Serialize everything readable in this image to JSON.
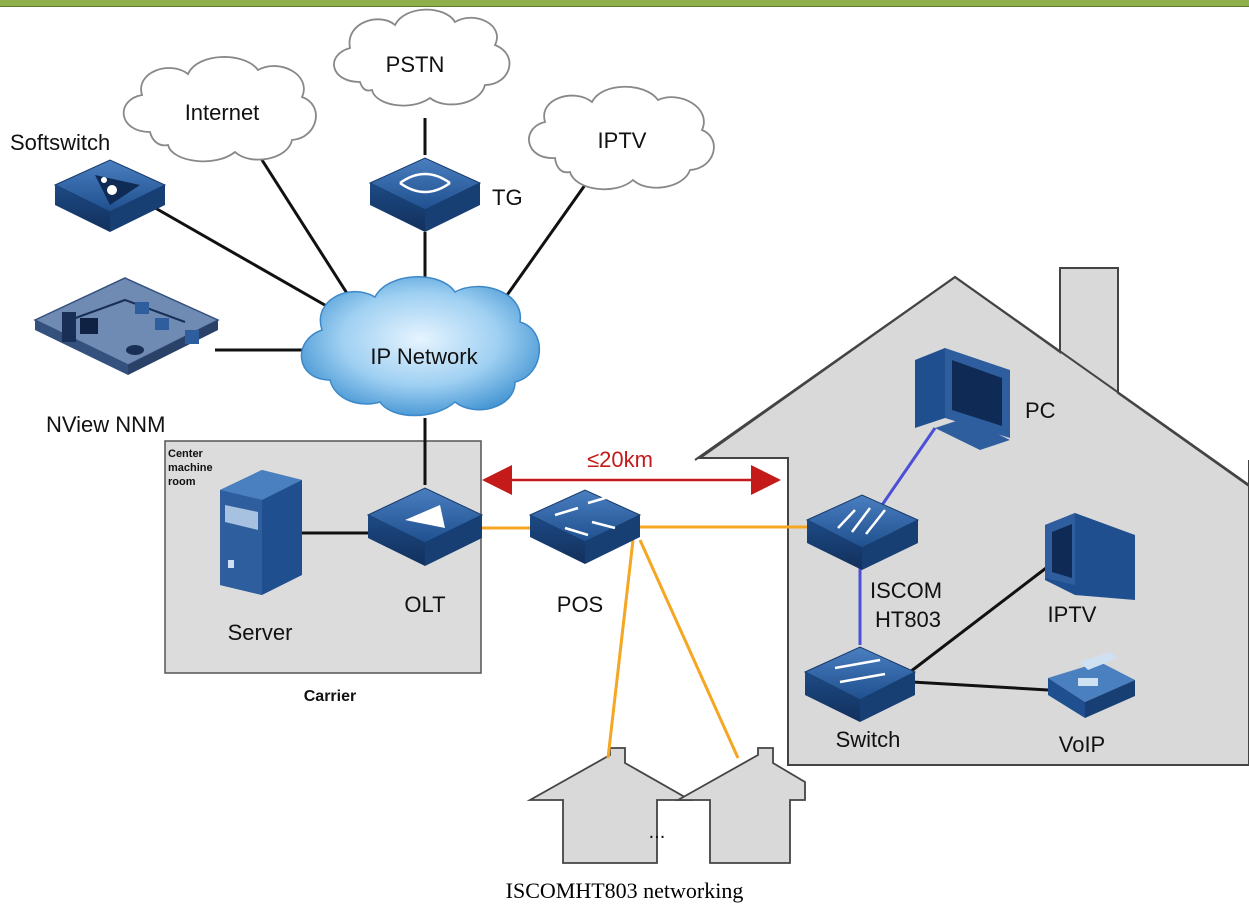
{
  "labels": {
    "pstn": "PSTN",
    "internet": "Internet",
    "iptv_cloud": "IPTV",
    "softswitch": "Softswitch",
    "tg": "TG",
    "ip_network": "IP Network",
    "nview": "NView NNM",
    "center_room": [
      "Center",
      "machine",
      "room"
    ],
    "server": "Server",
    "olt": "OLT",
    "pos": "POS",
    "carrier": "Carrier",
    "distance": "≤20km",
    "pc": "PC",
    "iscom": [
      "ISCOM",
      "HT803"
    ],
    "iptv_device": "IPTV",
    "switch": "Switch",
    "voip": "VoIP",
    "ellipsis": "..."
  },
  "caption": "ISCOMHT803 networking",
  "colors": {
    "fiber": "#f5a623",
    "lan": "#4b4fd6",
    "link": "#111111",
    "distance_arrow": "#c41a1a",
    "device_blue": "#2f5e9e",
    "house_fill": "#d9d9d9",
    "room_fill": "#dcdcdc",
    "ip_cloud": "#8ec4ea"
  }
}
